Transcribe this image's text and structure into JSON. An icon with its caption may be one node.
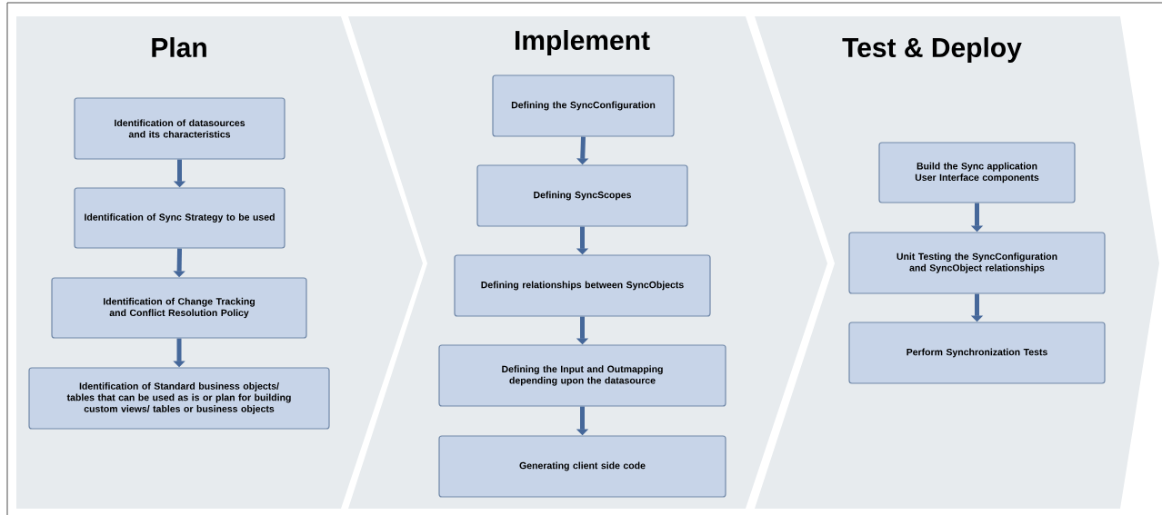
{
  "diagram": {
    "nodes": [
      {
        "text": [
          "Plan"
        ]
      },
      {
        "text": [
          "Identification of datasources and its characteristics"
        ],
        "in": 0
      },
      {
        "text": [
          "Identification of Sync Strategy to be used"
        ],
        "in": 0
      },
      {
        "text": [
          "Identification of Change Tracking and Conflict Resolution Policy"
        ],
        "in": 0
      },
      {
        "text": [
          "Identification of Standard business objects/ tables that can be used as is or plan for building custom views/ tables or business objects"
        ],
        "in": 0
      },
      {
        "text": [
          "Implement"
        ]
      },
      {
        "text": [
          "Defining the SyncConfiguration"
        ],
        "in": 5
      },
      {
        "text": [
          "Defining SyncScopes"
        ],
        "in": 5
      },
      {
        "text": [
          "Defining relationships between SyncObjects"
        ],
        "in": 5
      },
      {
        "text": [
          "Defining the Input and Outmapping depending upon the datasource"
        ],
        "in": 5
      },
      {
        "text": [
          "Generating client side code"
        ],
        "in": 5
      },
      {
        "text": [
          "Test & Deploy"
        ]
      },
      {
        "text": [
          "Build the Sync application User Interface components"
        ],
        "in": 11
      },
      {
        "text": [
          "Unit Testing the SyncConfiguration and SyncObject relationships"
        ],
        "in": 11
      },
      {
        "text": [
          "Perform Synchronization Tests"
        ],
        "in": 11
      }
    ],
    "edges": [
      {
        "from": 1,
        "to": 2,
        "arrow": "to"
      },
      {
        "from": 2,
        "to": 3,
        "arrow": "to"
      },
      {
        "from": 3,
        "to": 4,
        "arrow": "to"
      },
      {
        "from": 6,
        "to": 7,
        "arrow": "to"
      },
      {
        "from": 7,
        "to": 8,
        "arrow": "to"
      },
      {
        "from": 8,
        "to": 9,
        "arrow": "to"
      },
      {
        "from": 9,
        "to": 10,
        "arrow": "to"
      },
      {
        "from": 12,
        "to": 13,
        "arrow": "to"
      },
      {
        "from": 13,
        "to": 14,
        "arrow": "to"
      }
    ]
  }
}
